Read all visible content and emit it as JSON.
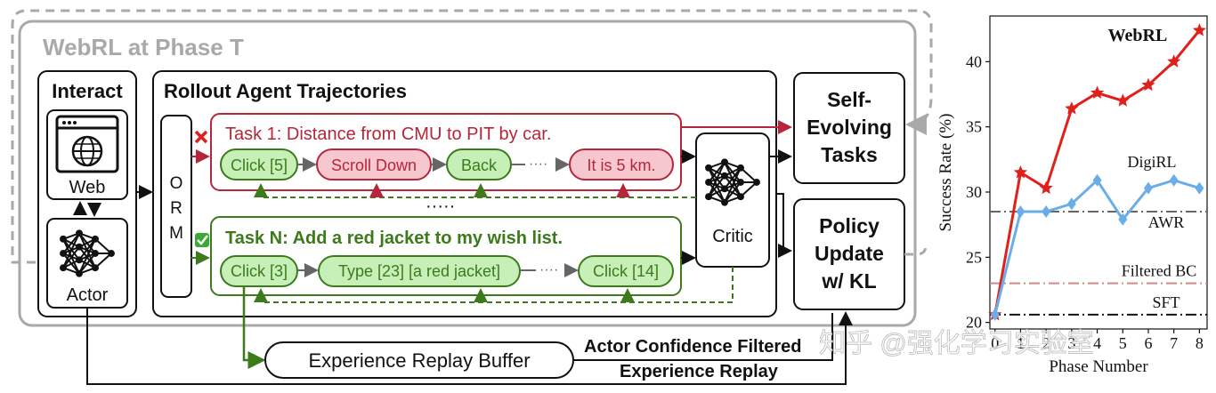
{
  "phase_title": "WebRL at Phase T",
  "interact": {
    "title": "Interact",
    "web_label": "Web",
    "actor_label": "Actor"
  },
  "rollout": {
    "title": "Rollout Agent Trajectories",
    "orm_letters": [
      "O",
      "R",
      "M"
    ],
    "task1": {
      "title": "Task 1: Distance from CMU to PIT by car.",
      "steps": [
        "Click [5]",
        "Scroll Down",
        "Back",
        "It is 5 km."
      ],
      "status": "failed"
    },
    "taskN": {
      "title": "Task N: Add a red jacket to my wish list.",
      "steps": [
        "Click [3]",
        "Type [23] [a red jacket]",
        "Click [14]"
      ],
      "status": "success"
    },
    "ellipsis": "·····",
    "step_dots": "····",
    "critic_label": "Critic"
  },
  "self_evolving": "Self-\nEvolving\nTasks",
  "policy_update": "Policy\nUpdate\nw/ KL",
  "replay_buffer": "Experience Replay Buffer",
  "actor_filter_label": "Actor Confidence Filtered",
  "experience_replay_label": "Experience Replay",
  "watermark": "知乎 @强化学习实验室",
  "colors": {
    "red": "#b5263a",
    "green": "#3c7a1c",
    "red_fill": "#f7c7cf",
    "green_fill": "#c6f0b7",
    "blue": "#6aaee8",
    "gray": "#a9a9a9"
  },
  "chart_data": {
    "type": "line",
    "xlabel": "Phase Number",
    "ylabel": "Success Rate (%)",
    "x": [
      0,
      1,
      2,
      3,
      4,
      5,
      6,
      7,
      8
    ],
    "x_ticks": [
      "0",
      "1",
      "2",
      "3",
      "4",
      "5",
      "6",
      "7",
      "8"
    ],
    "ylim": [
      19.5,
      43.5
    ],
    "y_ticks": [
      20,
      25,
      30,
      35,
      40
    ],
    "series": [
      {
        "name": "WebRL",
        "values": [
          20.6,
          31.5,
          30.3,
          36.4,
          37.6,
          37.0,
          38.2,
          40.0,
          42.4
        ],
        "color": "#e0201b",
        "marker": "star"
      },
      {
        "name": "DigiRL",
        "values": [
          20.6,
          28.5,
          28.5,
          29.1,
          30.9,
          27.9,
          30.3,
          30.9,
          30.3
        ],
        "color": "#6aaee8",
        "marker": "diamond"
      }
    ],
    "baselines": [
      {
        "name": "AWR",
        "value": 28.5,
        "color": "#666666",
        "dash": "dashdot"
      },
      {
        "name": "Filtered BC",
        "value": 23.0,
        "color": "#c98b8b",
        "dash": "dashdot"
      },
      {
        "name": "SFT",
        "value": 20.6,
        "color": "#111111",
        "dash": "dashdot"
      }
    ]
  }
}
